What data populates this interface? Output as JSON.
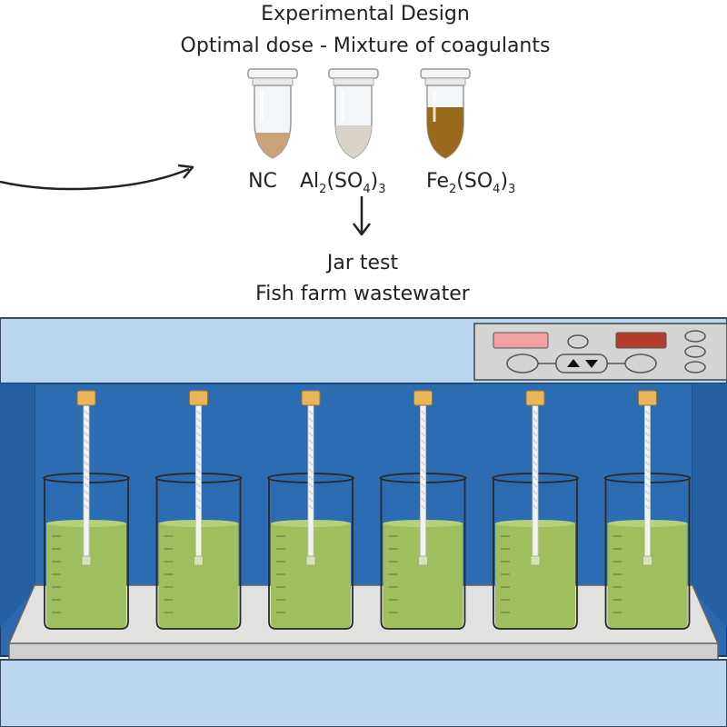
{
  "header": {
    "title": "Experimental Design",
    "subtitle": "Optimal dose - Mixture of coagulants"
  },
  "tubes": [
    {
      "label": "NC",
      "content_color": "#c7a27a",
      "fill_level": 0.35
    },
    {
      "label_main": "Al",
      "label_sub1": "2",
      "label_mid": "(SO",
      "label_sub2": "4",
      "label_end": ")",
      "label_sub3": "3",
      "content_color": "#d8d2c8",
      "fill_level": 0.45
    },
    {
      "label_main": "Fe",
      "label_sub1": "2",
      "label_mid": "(SO",
      "label_sub2": "4",
      "label_end": ")",
      "label_sub3": "3",
      "content_color": "#9a6a1c",
      "fill_level": 0.7
    }
  ],
  "process": {
    "line1": "Jar test",
    "line2": "Fish farm wastewater"
  },
  "apparatus": {
    "beaker_count": 6,
    "liquid_color": "#9fbf5e",
    "cabinet_color": "#2b68ad",
    "panel_color": "#b9d6ee",
    "display_left_color": "#f2a1a3",
    "display_right_color": "#b33a2c",
    "arrow_up_icon": "triangle-up-icon",
    "arrow_down_icon": "triangle-down-icon"
  }
}
